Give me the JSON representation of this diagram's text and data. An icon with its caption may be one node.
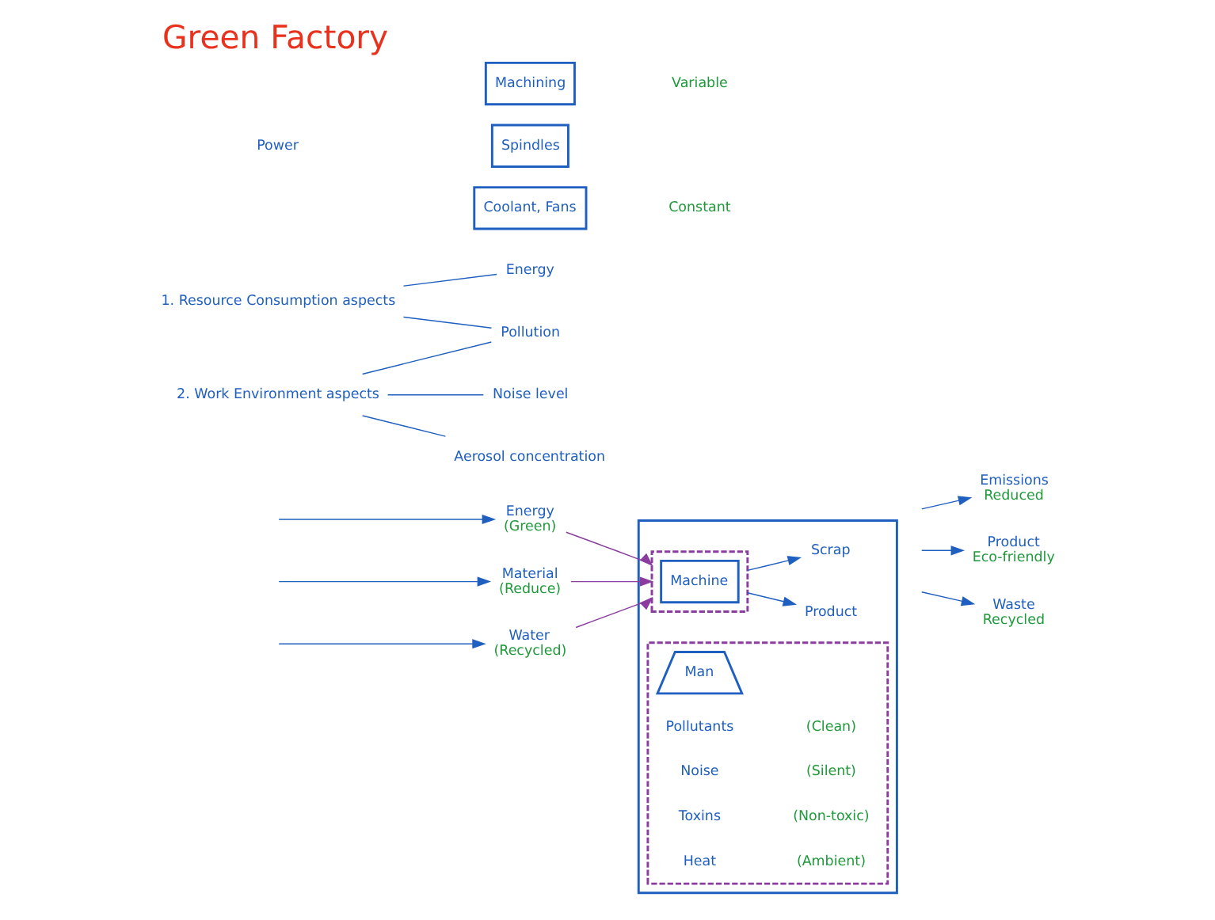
{
  "diagram": {
    "title": "Green Factory",
    "nodes": [
      {
        "text": [],
        "shape": "box"
      },
      {
        "text": [],
        "shape": "box",
        "in": 0
      },
      {
        "text": [
          "Machine"
        ],
        "in": 1
      },
      {
        "text": [],
        "shape": "box",
        "in": 0
      },
      {
        "text": [
          "Man"
        ],
        "in": 3
      },
      {
        "text": [
          "Energy",
          "(Green)"
        ]
      },
      {
        "text": [
          "Material",
          "(Reduce)"
        ]
      },
      {
        "text": [
          "Water",
          "(Recycled)"
        ]
      },
      {
        "text": [
          "Product"
        ],
        "in": 0
      },
      {
        "text": [
          "Scrap"
        ],
        "in": 0
      },
      {
        "text": [
          "Emissions",
          "Reduced"
        ]
      },
      {
        "text": [
          "Product",
          "Eco-friendly"
        ]
      },
      {
        "text": [
          "Waste",
          "Recycled"
        ]
      },
      {
        "text": [
          "1. Resource Consumption aspects"
        ]
      },
      {
        "text": [
          "2. Work Environment aspects"
        ]
      },
      {
        "text": [
          "Energy"
        ]
      },
      {
        "text": [
          "Pollution"
        ]
      },
      {
        "text": [
          "Noise level"
        ]
      },
      {
        "text": [
          "Aerosol concentration"
        ]
      },
      {
        "text": [
          "Machining"
        ]
      },
      {
        "text": [
          "Spindles"
        ]
      },
      {
        "text": [
          "Coolant, Fans"
        ]
      }
    ],
    "edges": [
      {
        "from": null,
        "to": 5,
        "arrow": "to"
      },
      {
        "from": null,
        "to": 6,
        "arrow": "to"
      },
      {
        "from": null,
        "to": 7,
        "arrow": "to"
      },
      {
        "from": 5,
        "to": 1,
        "arrow": "to",
        "color": "#8a3d9e"
      },
      {
        "from": 6,
        "to": 1,
        "arrow": "to",
        "color": "#8a3d9e"
      },
      {
        "from": 7,
        "to": 1,
        "arrow": "to",
        "color": "#8a3d9e"
      },
      {
        "from": 1,
        "to": 8,
        "arrow": "to"
      },
      {
        "from": 1,
        "to": 9,
        "arrow": "to"
      },
      {
        "from": null,
        "to": 10,
        "arrow": "to"
      },
      {
        "from": null,
        "to": 11,
        "arrow": "to"
      },
      {
        "from": null,
        "to": 12,
        "arrow": "to"
      },
      {
        "from": 13,
        "to": 15,
        "arrow": "none"
      },
      {
        "from": 13,
        "to": 16,
        "arrow": "none"
      },
      {
        "from": 14,
        "to": 16,
        "arrow": "none"
      },
      {
        "from": 14,
        "to": 17,
        "arrow": "none"
      },
      {
        "from": 14,
        "to": 18,
        "arrow": "none"
      }
    ],
    "labels": [
      "Pollutants",
      "(Clean)",
      "Noise",
      "(Silent)",
      "Toxins",
      "(Non-toxic)",
      "Heat",
      "(Ambient)",
      "Power",
      "Variable",
      "Constant"
    ]
  }
}
